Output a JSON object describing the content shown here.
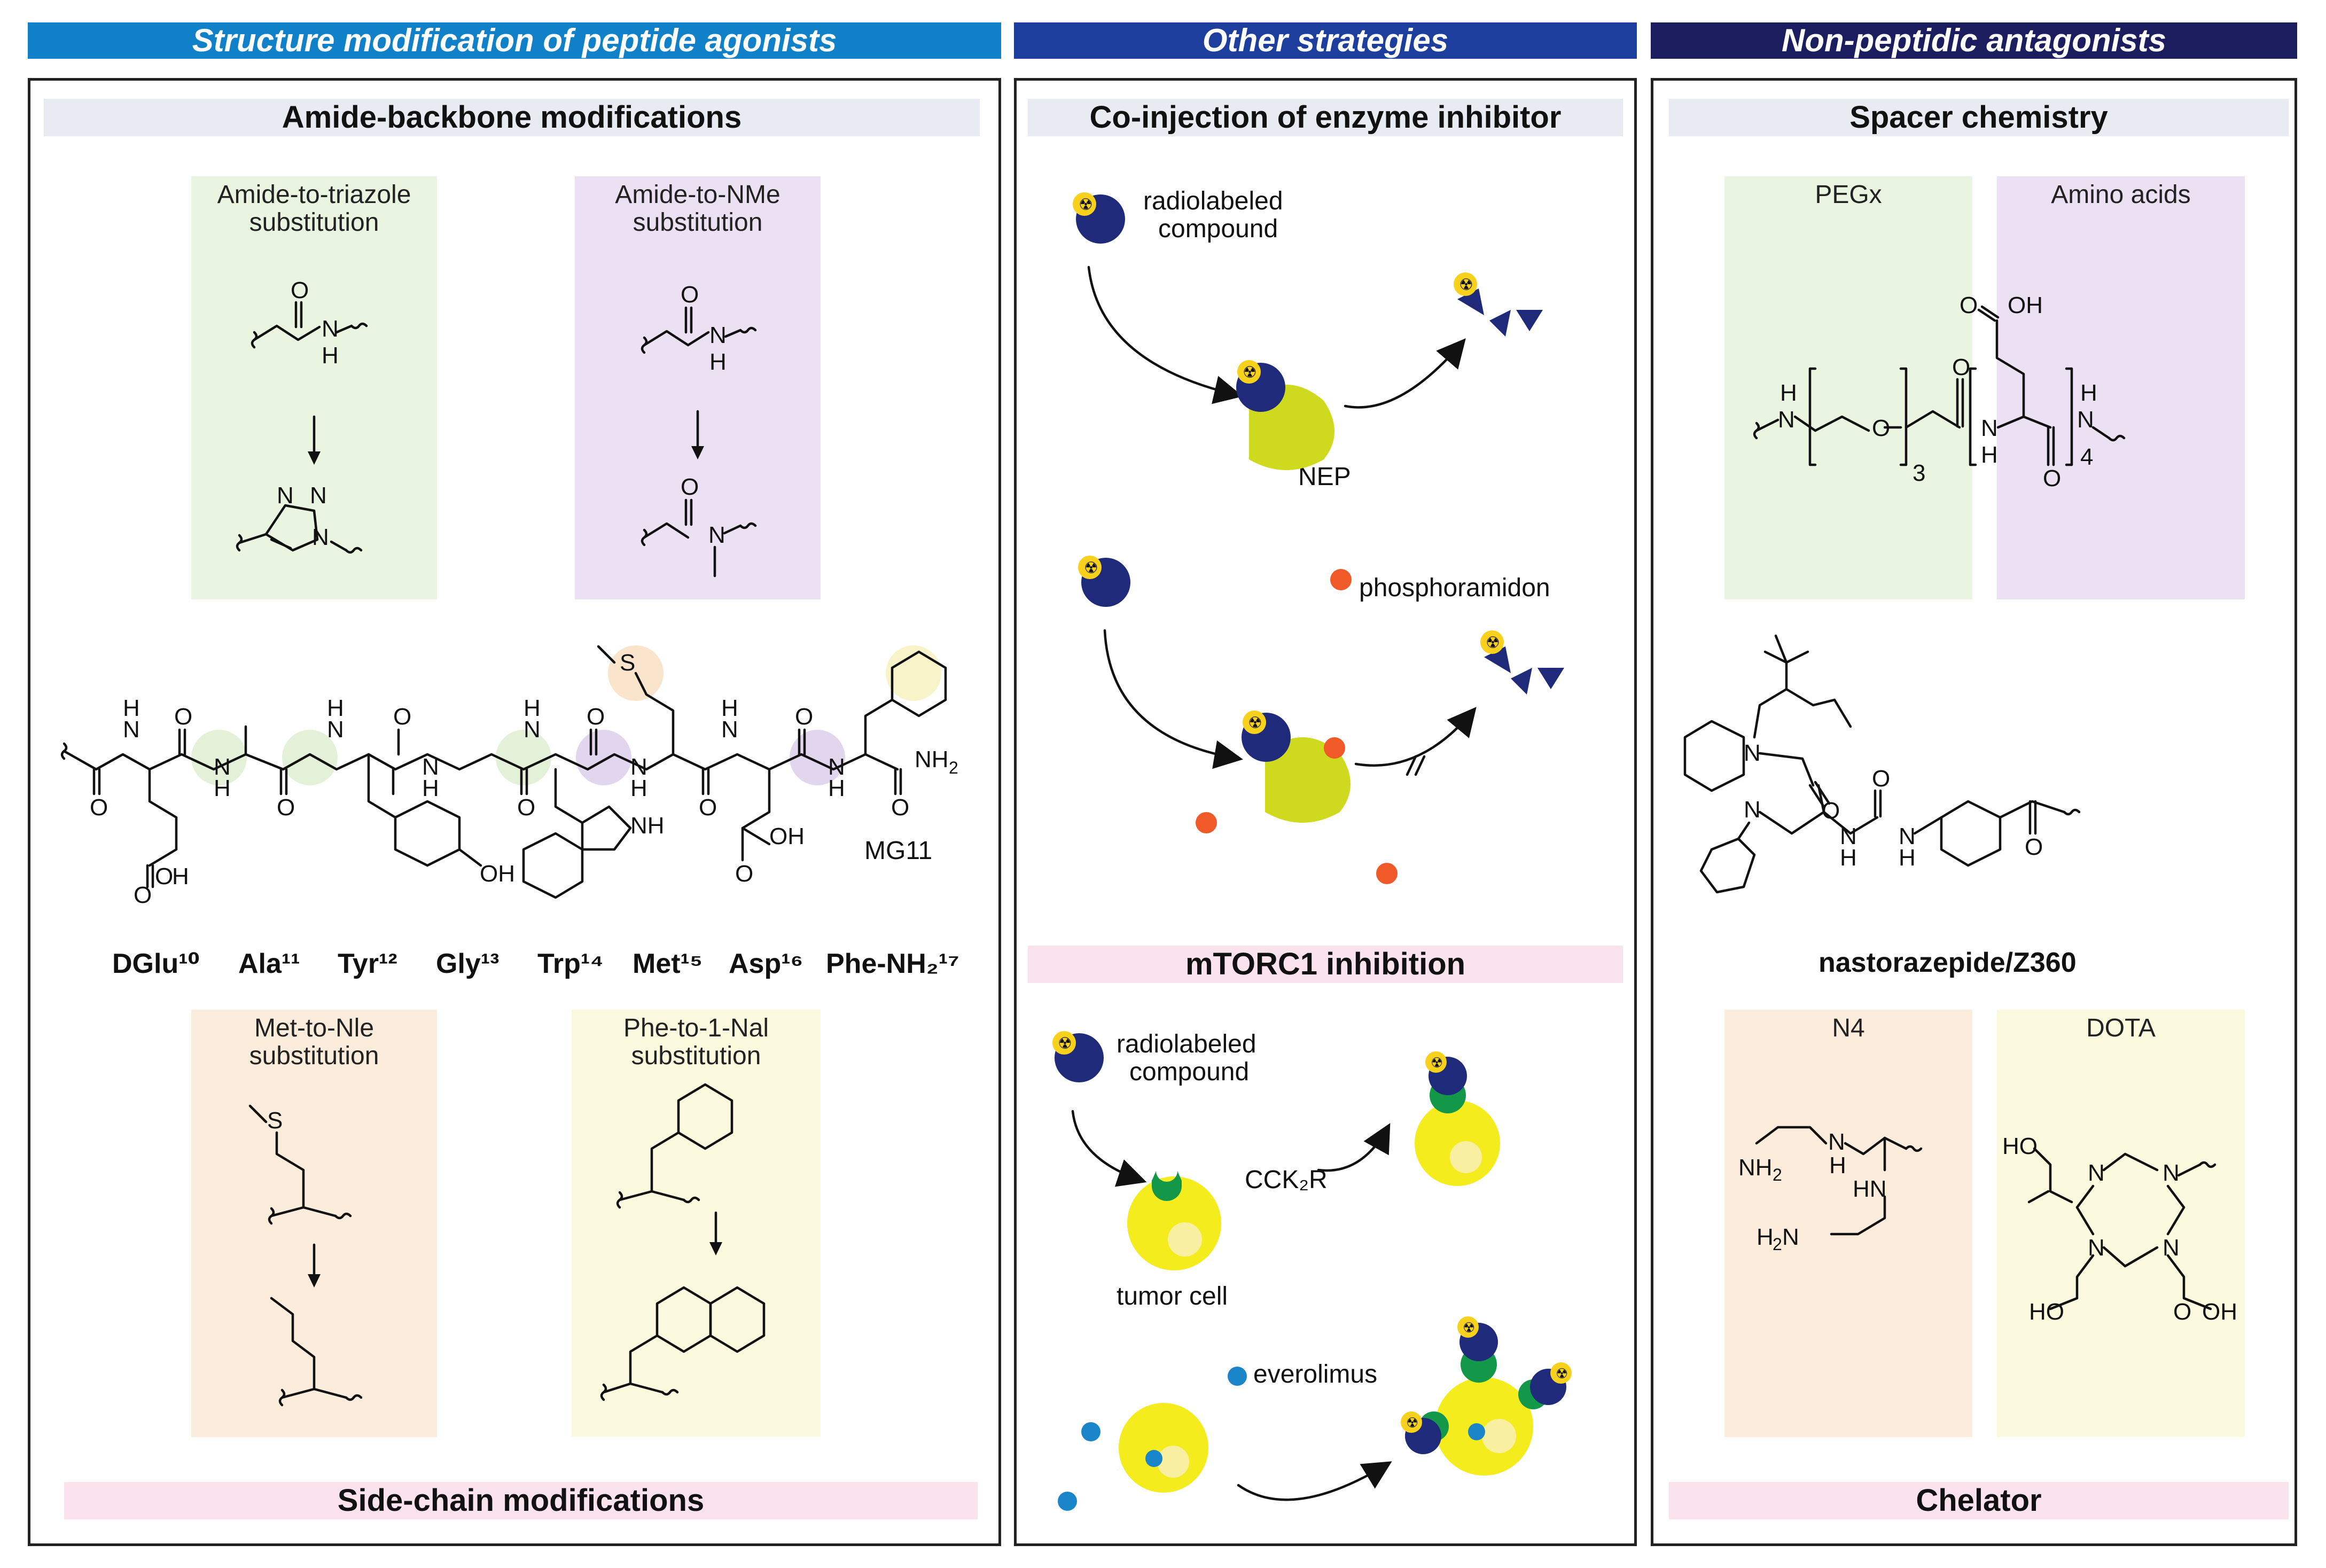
{
  "columns": [
    {
      "title": "Structure modification of peptide agonists",
      "color": "#1080c8"
    },
    {
      "title": "Other strategies",
      "color": "#1e3e9e"
    },
    {
      "title": "Non-peptidic antagonists",
      "color": "#1c1d5e"
    }
  ],
  "left": {
    "amide_header": "Amide-backbone modifications",
    "triazole_box": {
      "line1": "Amide-to-triazole",
      "line2": "substitution"
    },
    "nme_box": {
      "line1": "Amide-to-NMe",
      "line2": "substitution"
    },
    "peptide_label": "MG11",
    "residues": [
      "DGlu¹⁰",
      "Ala¹¹",
      "Tyr¹²",
      "Gly¹³",
      "Trp¹⁴",
      "Met¹⁵",
      "Asp¹⁶",
      "Phe-NH₂¹⁷"
    ],
    "nle_box": {
      "line1": "Met-to-Nle",
      "line2": "substitution"
    },
    "nal_box": {
      "line1": "Phe-to-1-Nal",
      "line2": "substitution"
    },
    "sidechain_header": "Side-chain modifications"
  },
  "middle": {
    "coinjection_header": "Co-injection of enzyme inhibitor",
    "radiolabeled_1": {
      "line1": "radiolabeled",
      "line2": "compound"
    },
    "nep_label": "NEP",
    "phosphoramidon_label": "phosphoramidon",
    "mtorc1_header": "mTORC1 inhibition",
    "radiolabeled_2": {
      "line1": "radiolabeled",
      "line2": "compound"
    },
    "cck2r_label": "CCK₂R",
    "tumor_label": "tumor cell",
    "everolimus_label": "everolimus"
  },
  "right": {
    "spacer_header": "Spacer chemistry",
    "pegx_label": "PEGx",
    "aminoacids_label": "Amino acids",
    "nastorazepide_label": "nastorazepide/Z360",
    "n4_label": "N4",
    "dota_label": "DOTA",
    "chelator_header": "Chelator"
  },
  "colors": {
    "green_box": "#e9f4e1",
    "purple_box": "#ebe1f2",
    "orange_box": "#fcecdc",
    "yellow_box": "#fbf9de",
    "gray_bar": "#e9ebf3",
    "pink_bar": "#fbe3ee",
    "navy": "#1f2a7a",
    "lime": "#cfd91e",
    "yellow_cell": "#f4ec1c",
    "green_receptor": "#13984a",
    "orange_dot": "#f05a28",
    "blue_dot": "#1a86c9",
    "radio_yellow": "#f7d11c"
  }
}
